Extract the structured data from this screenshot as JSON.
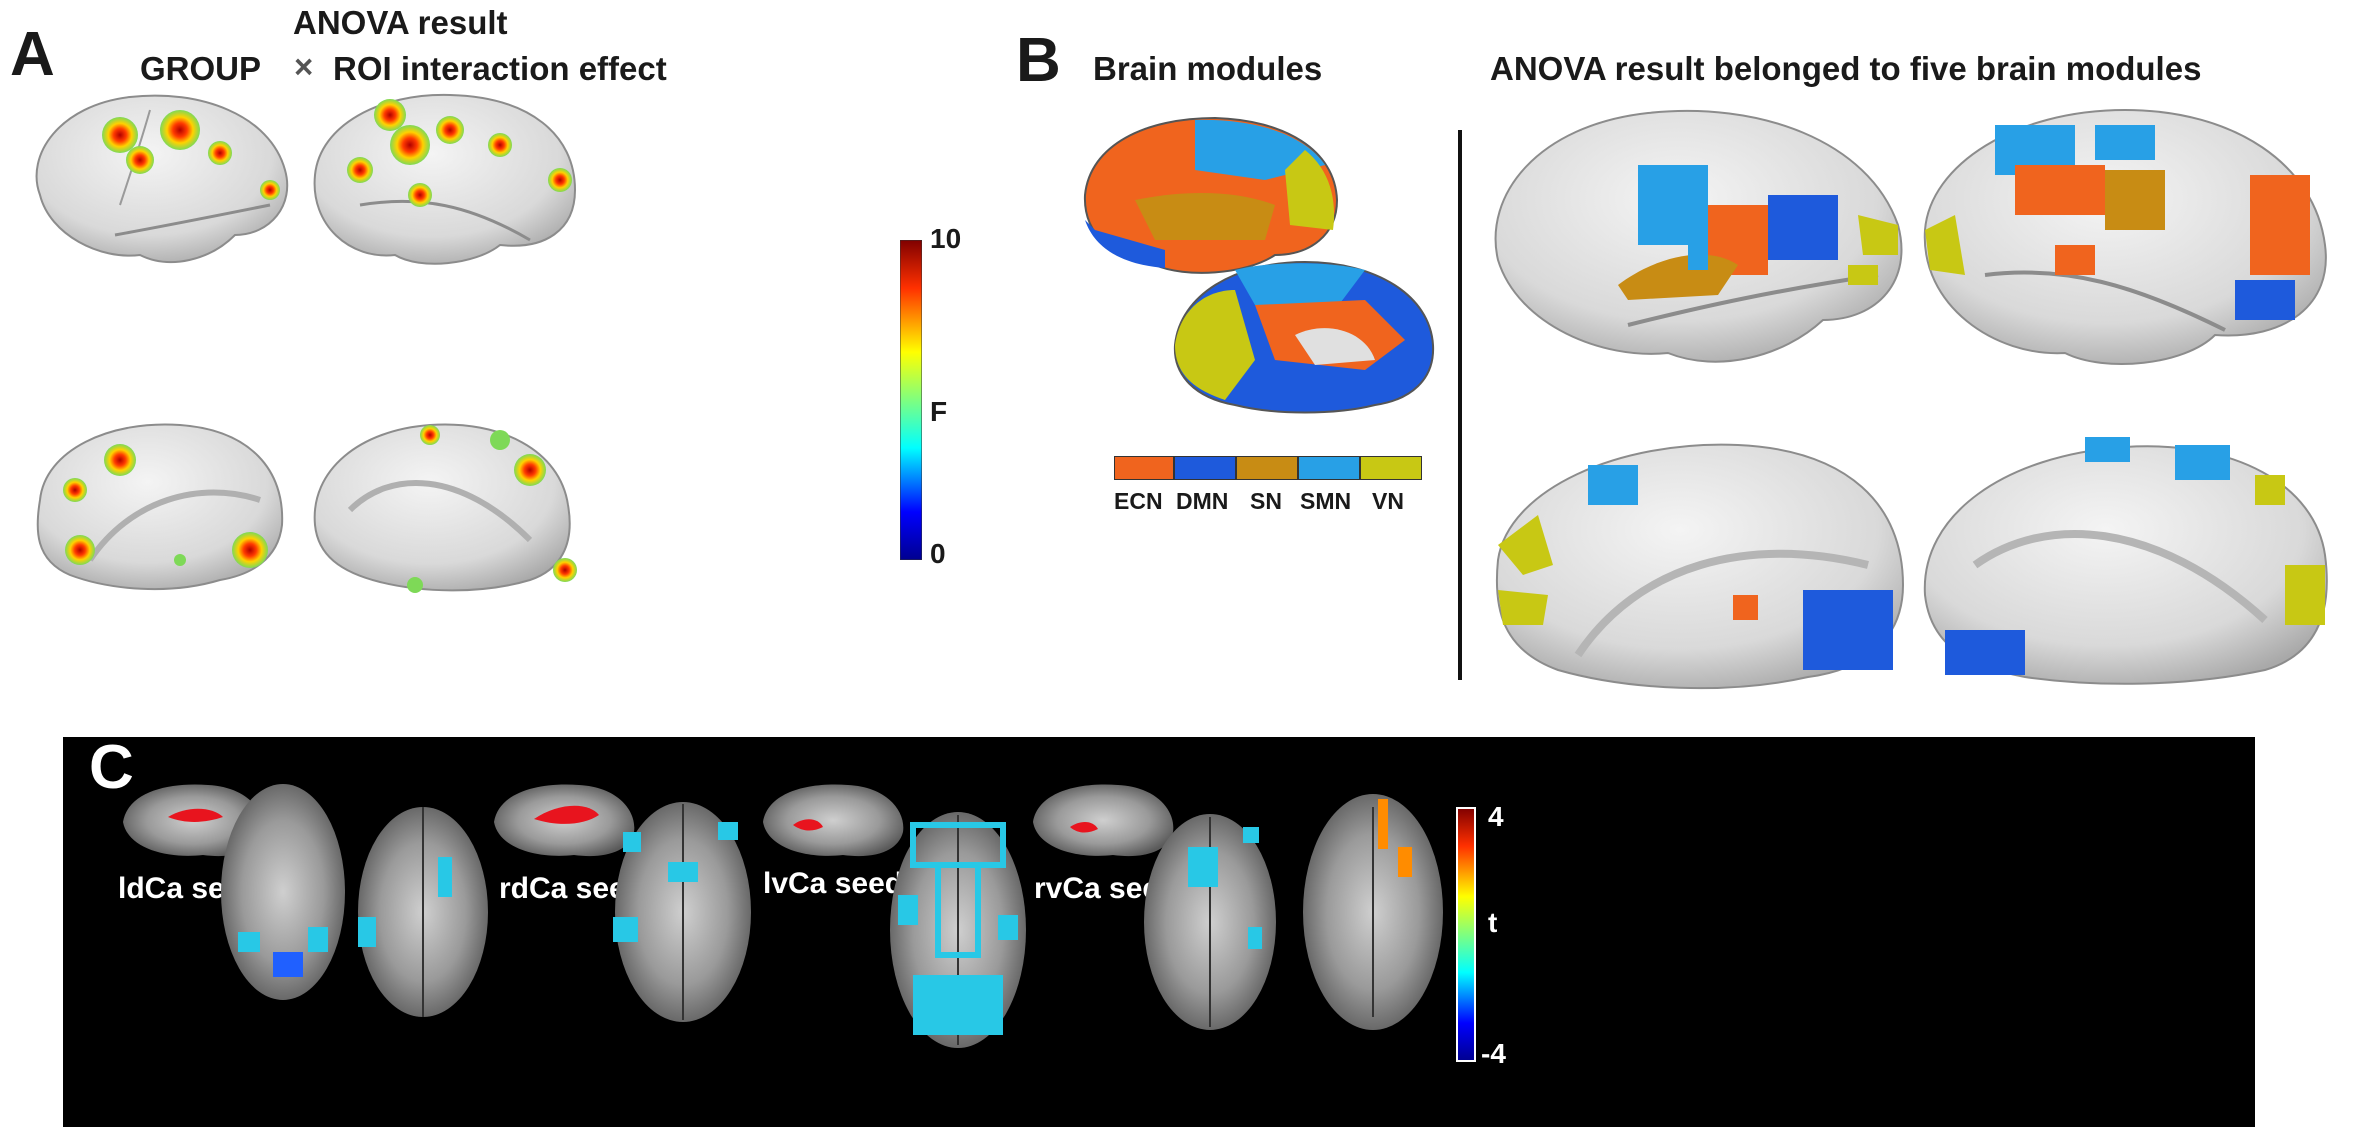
{
  "panel_a": {
    "letter": "A",
    "title_line1": "ANOVA result",
    "title_line2_left": "GROUP",
    "title_times": "×",
    "title_line2_right": "ROI interaction effect",
    "colorbar": {
      "max": "10",
      "mid": "F",
      "min": "0"
    }
  },
  "panel_b": {
    "letter": "B",
    "left_title": "Brain modules",
    "right_title": "ANOVA result belonged to five brain modules",
    "legend": [
      {
        "label": "ECN",
        "color": "#f0641e"
      },
      {
        "label": "DMN",
        "color": "#1e5adc"
      },
      {
        "label": "SN",
        "color": "#c88c14"
      },
      {
        "label": "SMN",
        "color": "#28a0e6"
      },
      {
        "label": "VN",
        "color": "#c8c814"
      }
    ]
  },
  "panel_c": {
    "letter": "C",
    "seeds": [
      "ldCa seed",
      "rdCa seed",
      "lvCa seed",
      "rvCa seed"
    ],
    "colorbar": {
      "max": "4",
      "mid": "t",
      "min": "-4"
    }
  }
}
